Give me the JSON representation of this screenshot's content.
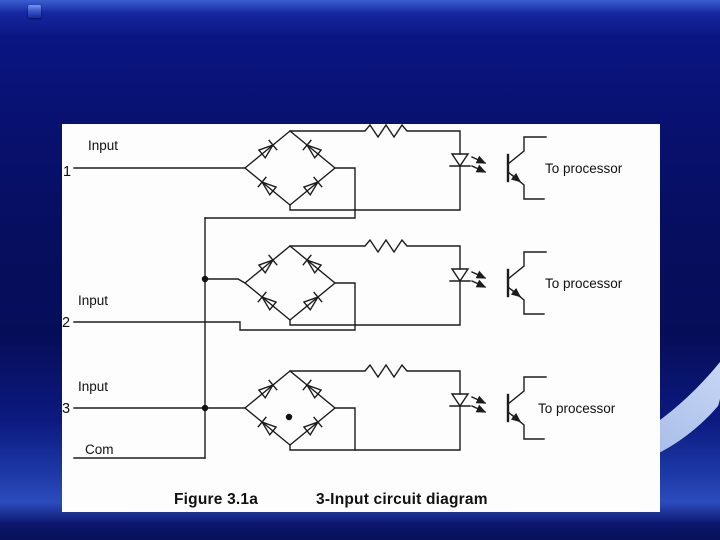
{
  "slide": {
    "background_color": "#071066",
    "swoosh_color": "#aac1ec",
    "bullet_color": "#3a58cc",
    "panel_color": "#fdfdfd",
    "line_color": "#1c1c1c"
  },
  "circuit": {
    "channels": [
      {
        "input_label": "Input",
        "terminal": "1",
        "output_label": "To processor"
      },
      {
        "input_label": "Input",
        "terminal": "2",
        "output_label": "To processor"
      },
      {
        "input_label": "Input",
        "terminal": "3",
        "output_label": "To processor"
      }
    ],
    "com_label": "Com",
    "caption": {
      "figure": "Figure 3.1a",
      "title": "3-Input circuit diagram"
    }
  }
}
